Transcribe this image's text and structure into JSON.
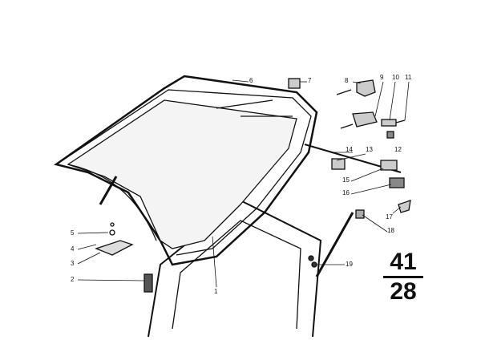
{
  "diagram": {
    "part_labels": [
      "1",
      "2",
      "3",
      "4",
      "5",
      "6",
      "7",
      "8",
      "9",
      "10",
      "11",
      "12",
      "13",
      "14",
      "15",
      "16",
      "17",
      "18",
      "19"
    ],
    "group_number": {
      "top": "41",
      "bottom": "28"
    }
  }
}
